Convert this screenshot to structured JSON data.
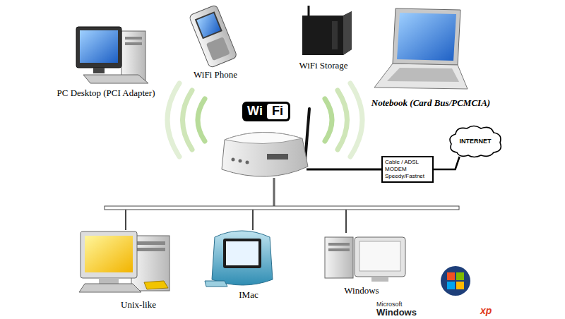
{
  "diagram": {
    "nodes": [
      {
        "text": [
          "Cable / ADSL MODEM Speedy/Fastnet"
        ]
      },
      {
        "text": [
          "INTERNET"
        ]
      }
    ],
    "edges": [
      {
        "from": 0,
        "to": 1,
        "arrow": "none"
      }
    ],
    "labels": [
      "PC Desktop (PCI Adapter)",
      "WiFi Phone",
      "WiFi Storage",
      "Notebook (Card Bus/PCMCIA)",
      "Wi",
      "Fi",
      "Unix-like",
      "IMac",
      "Windows",
      "Microsoft",
      "Windows",
      "xp"
    ]
  }
}
